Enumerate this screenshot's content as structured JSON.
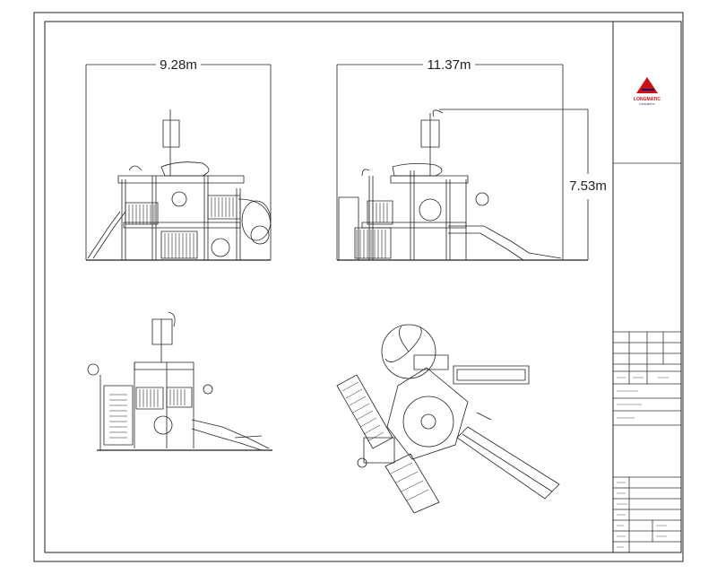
{
  "dimensions": {
    "front_width": "9.28m",
    "side_width": "11.37m",
    "height": "7.53m"
  },
  "logo": {
    "name": "LONGMATIC",
    "subtitle": "LONGMATIC",
    "colors": {
      "mark_red": "#cc1111",
      "mark_blue": "#0a1a6a"
    }
  },
  "title_block": {
    "rev_row": [
      "",
      "",
      "",
      ""
    ],
    "rows": [
      "",
      "",
      ""
    ],
    "info_rows": [
      {
        "label": "",
        "value": ""
      },
      {
        "label": "",
        "value": ""
      },
      {
        "label": "",
        "value": ""
      },
      {
        "label": "",
        "value": ""
      },
      {
        "label": "",
        "value": ""
      },
      {
        "label": "",
        "value": ""
      },
      {
        "label": "",
        "value": ""
      }
    ]
  },
  "colors": {
    "line": "#222222",
    "paper": "#ffffff"
  }
}
